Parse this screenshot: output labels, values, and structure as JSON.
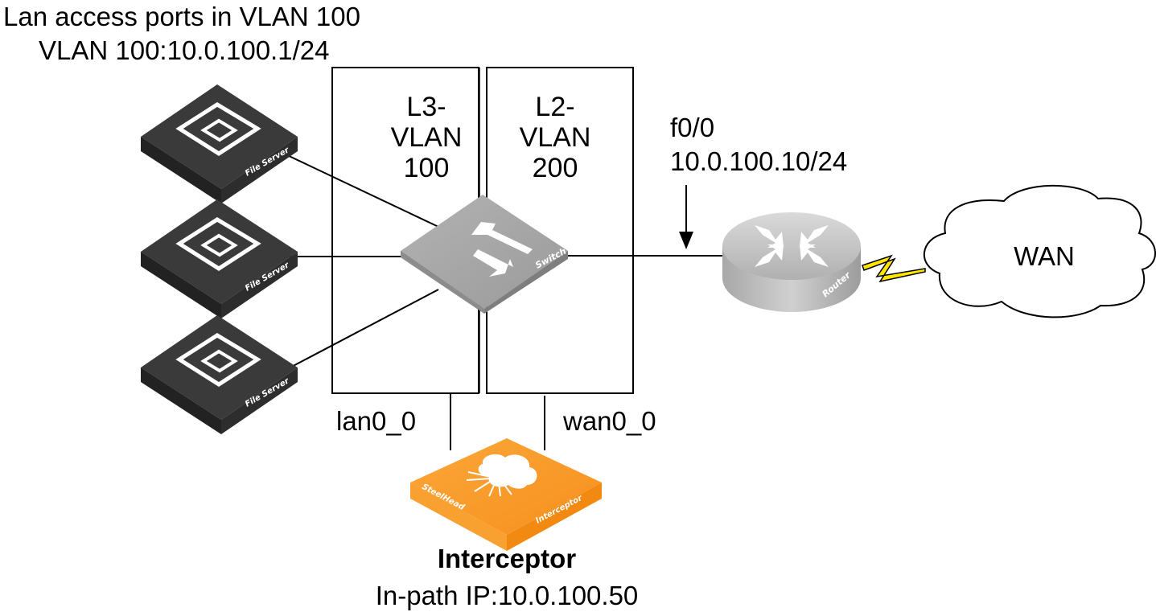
{
  "title": {
    "line1": "Lan access ports in VLAN 100",
    "line2": "VLAN 100:10.0.100.1/24"
  },
  "vlan_boxes": [
    {
      "line1": "L3-",
      "line2": "VLAN",
      "line3": "100"
    },
    {
      "line1": "L2-",
      "line2": "VLAN",
      "line3": "200"
    }
  ],
  "router_interface": {
    "name": "f0/0",
    "ip": "10.0.100.10/24"
  },
  "devices": {
    "file_servers": [
      {
        "label": "File Server"
      },
      {
        "label": "File Server"
      },
      {
        "label": "File Server"
      }
    ],
    "switch": {
      "label": "Switch"
    },
    "router": {
      "label": "Router"
    },
    "wan": {
      "label": "WAN"
    },
    "interceptor": {
      "left_label": "SteelHead",
      "right_label": "Interceptor",
      "title": "Interceptor",
      "subtitle": "In-path IP:10.0.100.50"
    }
  },
  "ports": {
    "lan": "lan0_0",
    "wan": "wan0_0"
  },
  "colors": {
    "file_server": "#2b2b2b",
    "switch": "#9a9a9a",
    "router": "#b8b8b8",
    "interceptor": "#f7941d",
    "lightning": "#ffe600"
  }
}
